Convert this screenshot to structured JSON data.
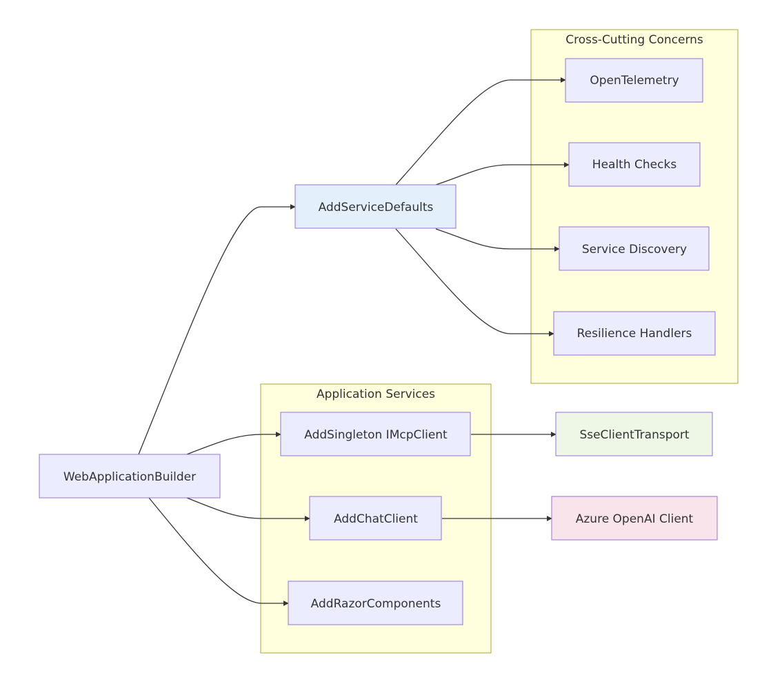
{
  "colors": {
    "node_default": "#ececff",
    "node_defaults_service": "#e3f0fb",
    "node_transport": "#eef6e6",
    "node_azure": "#f9e4ec",
    "node_border": "#9370db",
    "cluster_fill": "#ffffde",
    "cluster_border": "#aaaa33",
    "edge": "#333333",
    "text": "#333333"
  },
  "clusters": {
    "cross_cutting": {
      "title": "Cross-Cutting Concerns"
    },
    "app_services": {
      "title": "Application Services"
    }
  },
  "nodes": {
    "web_app_builder": {
      "label": "WebApplicationBuilder"
    },
    "add_service_defaults": {
      "label": "AddServiceDefaults"
    },
    "open_telemetry": {
      "label": "OpenTelemetry"
    },
    "health_checks": {
      "label": "Health Checks"
    },
    "service_discovery": {
      "label": "Service Discovery"
    },
    "resilience_handlers": {
      "label": "Resilience Handlers"
    },
    "add_singleton_mcp": {
      "label": "AddSingleton IMcpClient"
    },
    "add_chat_client": {
      "label": "AddChatClient"
    },
    "add_razor_components": {
      "label": "AddRazorComponents"
    },
    "sse_client_transport": {
      "label": "SseClientTransport"
    },
    "azure_openai_client": {
      "label": "Azure OpenAI Client"
    }
  },
  "edges": [
    {
      "from": "web_app_builder",
      "to": "add_service_defaults"
    },
    {
      "from": "add_service_defaults",
      "to": "open_telemetry"
    },
    {
      "from": "add_service_defaults",
      "to": "health_checks"
    },
    {
      "from": "add_service_defaults",
      "to": "service_discovery"
    },
    {
      "from": "add_service_defaults",
      "to": "resilience_handlers"
    },
    {
      "from": "web_app_builder",
      "to": "add_singleton_mcp"
    },
    {
      "from": "web_app_builder",
      "to": "add_chat_client"
    },
    {
      "from": "web_app_builder",
      "to": "add_razor_components"
    },
    {
      "from": "add_singleton_mcp",
      "to": "sse_client_transport"
    },
    {
      "from": "add_chat_client",
      "to": "azure_openai_client"
    }
  ]
}
